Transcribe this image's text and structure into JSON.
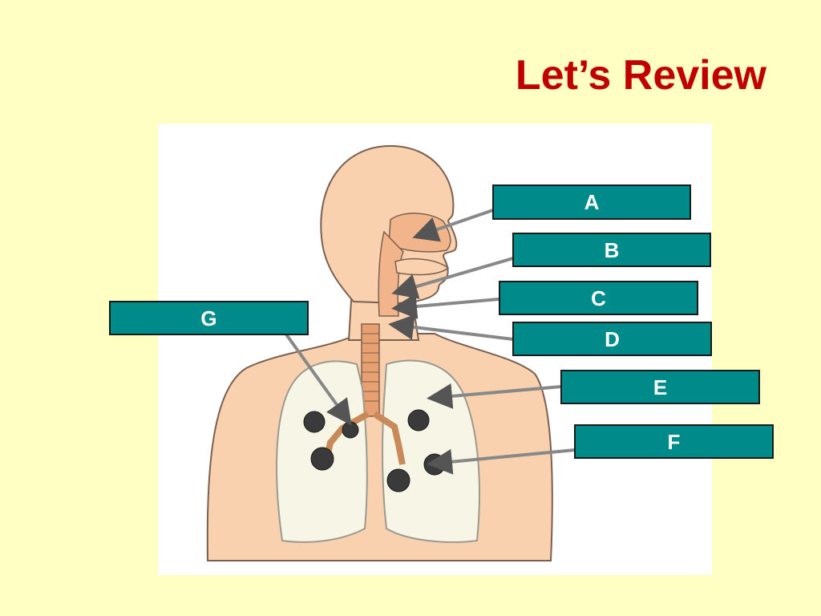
{
  "title": "Let’s Review",
  "labels": {
    "a": "A",
    "b": "B",
    "c": "C",
    "d": "D",
    "e": "E",
    "f": "F",
    "g": "G"
  },
  "colors": {
    "background": "#FFFFC4",
    "title": "#C00000",
    "label_fill": "#008B8B",
    "label_text": "#FFFFFF",
    "skin": "#F9D1AE",
    "airway": "#F2B48A",
    "lung": "#F7F5E6"
  }
}
